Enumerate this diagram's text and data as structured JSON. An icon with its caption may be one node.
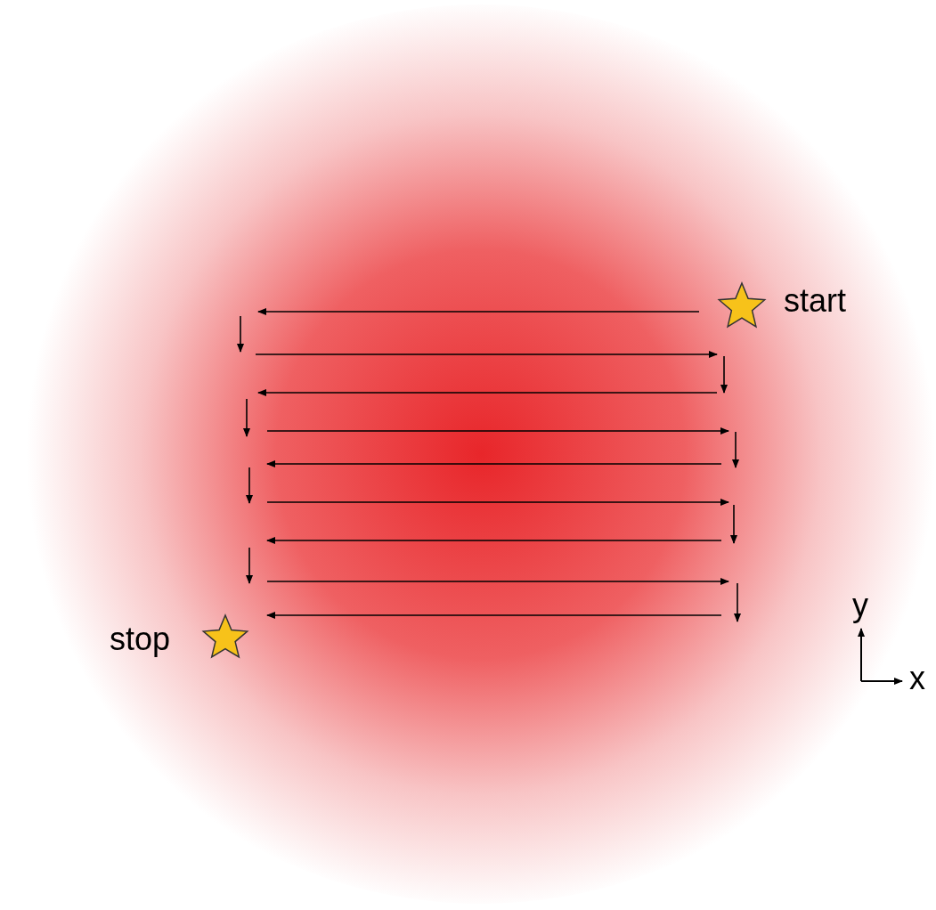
{
  "diagram": {
    "labels": [
      "start",
      "stop",
      "y",
      "x"
    ]
  }
}
